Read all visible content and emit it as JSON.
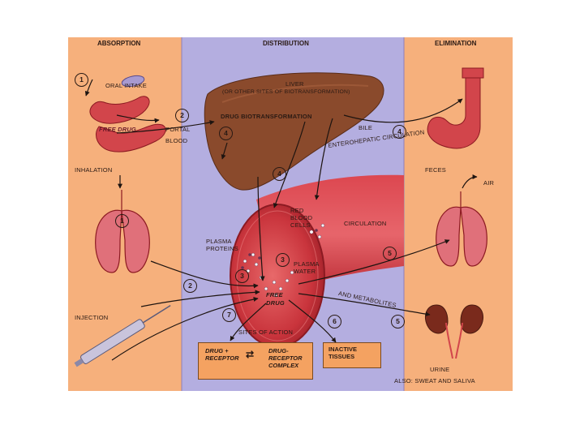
{
  "headers": {
    "absorption": "ABSORPTION",
    "distribution": "DISTRIBUTION",
    "elimination": "ELIMINATION"
  },
  "labels": {
    "oral_intake": "ORAL INTAKE",
    "free_drug_gut": "FREE DRUG",
    "portal": "PORTAL",
    "blood": "BLOOD",
    "liver": "LIVER",
    "liver_sub": "(OR OTHER SITES OF BIOTRANSFORMATION)",
    "drug_biotransformation": "DRUG BIOTRANSFORMATION",
    "bile": "BILE",
    "enterohepatic_circulation": "ENTEROHEPATIC CIRCULATION",
    "feces": "FECES",
    "inhalation": "INHALATION",
    "air": "AIR",
    "red_blood_cells_1": "RED",
    "red_blood_cells_2": "BLOOD",
    "red_blood_cells_3": "CELLS",
    "circulation": "CIRCULATION",
    "plasma_proteins_1": "PLASMA",
    "plasma_proteins_2": "PROTEINS",
    "plasma_water_1": "PLASMA",
    "plasma_water_2": "WATER",
    "free_drug_center_1": "FREE",
    "free_drug_center_2": "DRUG",
    "and_metabolites": "AND METABOLITES",
    "injection": "INJECTION",
    "sites_of_action": "SITES OF ACTION",
    "urine": "URINE",
    "also": "ALSO: SWEAT AND SALIVA"
  },
  "boxes": {
    "drug_receptor_1": "DRUG +",
    "drug_receptor_2": "RECEPTOR",
    "arrows": "⇄",
    "complex_1": "DRUG-",
    "complex_2": "RECEPTOR",
    "complex_3": "COMPLEX",
    "inactive_1": "INACTIVE",
    "inactive_2": "TISSUES"
  },
  "step_numbers": {
    "oral": "1",
    "portal": "2",
    "liver_left": "4",
    "bile": "4",
    "liver_down": "4",
    "inhalation": "1",
    "proteins": "3",
    "water": "3",
    "injection": "2",
    "air_out": "5",
    "kidney": "5",
    "action": "7",
    "inactive": "6"
  },
  "colors": {
    "side_panel": "#f6b07c",
    "middle_panel": "#b4aee0",
    "organ_red": "#d2454b",
    "liver_brown": "#8a4a2c",
    "box_orange": "#f4a261"
  }
}
